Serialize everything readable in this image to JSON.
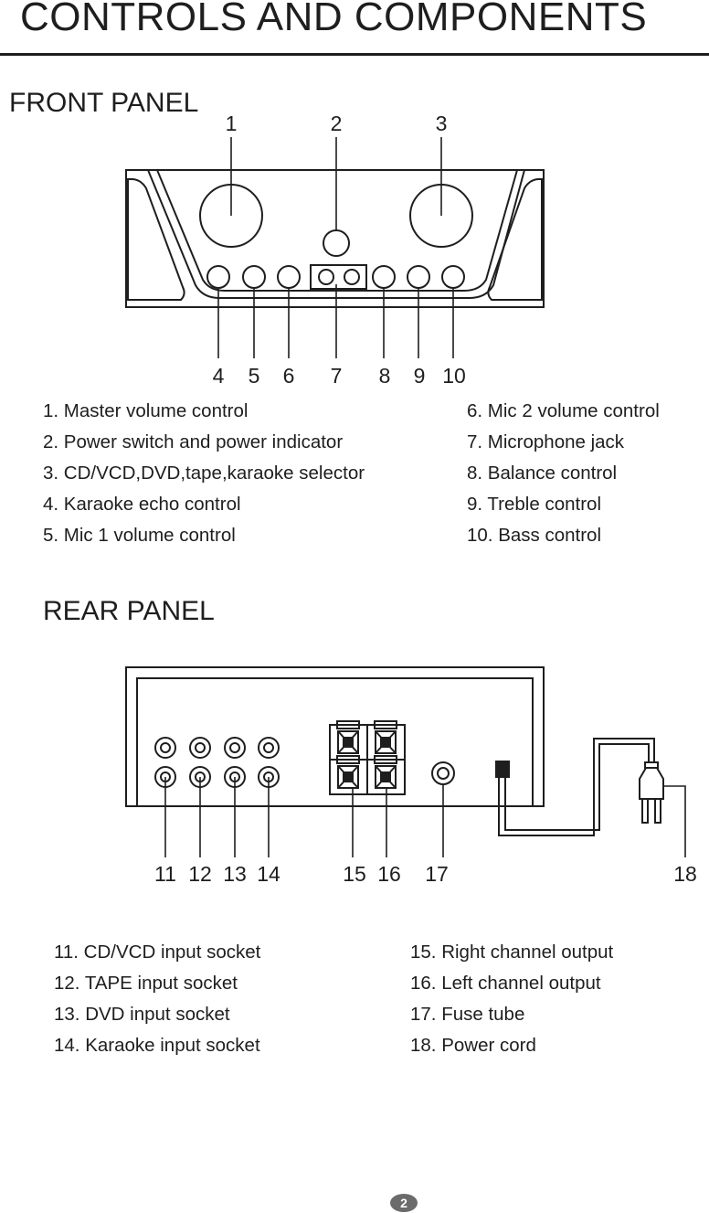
{
  "page_title": "CONTROLS AND COMPONENTS",
  "front_panel": {
    "title": "FRONT PANEL",
    "callouts": [
      "1",
      "2",
      "3",
      "4",
      "5",
      "6",
      "7",
      "8",
      "9",
      "10"
    ],
    "legend_left": [
      "1. Master volume control",
      "2. Power switch and power indicator",
      "3. CD/VCD,DVD,tape,karaoke selector",
      "4. Karaoke echo control",
      "5. Mic 1 volume control"
    ],
    "legend_right": [
      "6. Mic 2 volume control",
      "7. Microphone jack",
      "8. Balance control",
      "9. Treble control",
      "10. Bass control"
    ]
  },
  "rear_panel": {
    "title": "REAR PANEL",
    "callouts": [
      "11",
      "12",
      "13",
      "14",
      "15",
      "16",
      "17",
      "18"
    ],
    "legend_left": [
      "11. CD/VCD input socket",
      "12. TAPE input socket",
      "13. DVD input socket",
      "14. Karaoke input socket"
    ],
    "legend_right": [
      "15. Right channel output",
      "16. Left channel output",
      "17. Fuse tube",
      "18. Power cord"
    ]
  },
  "page_number": "2"
}
